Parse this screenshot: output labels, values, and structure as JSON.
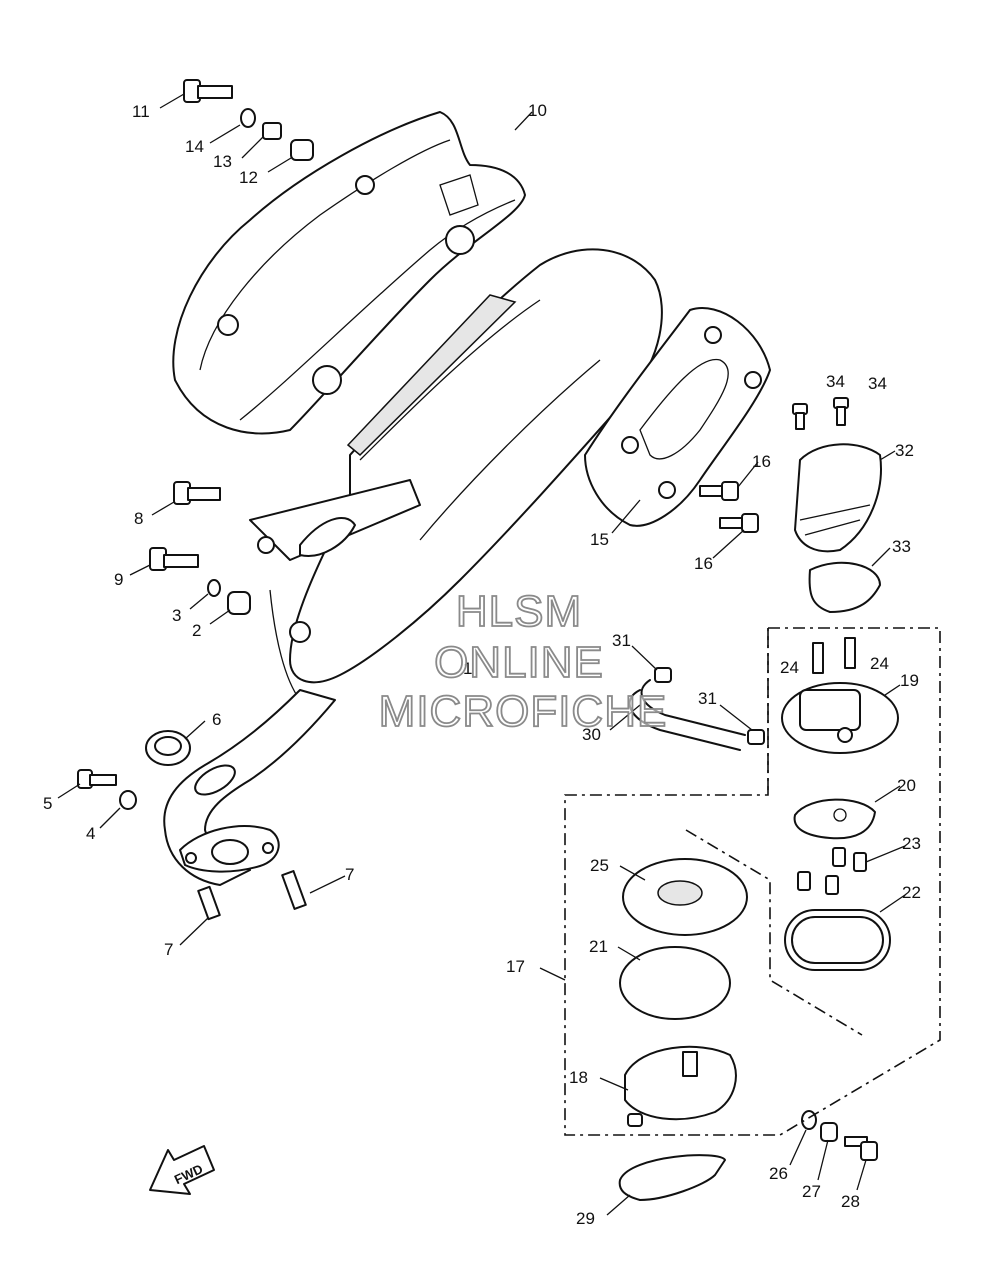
{
  "watermark": {
    "line1": "HLSM",
    "line2": "ONLINE",
    "line3": "MICROFICHE",
    "color": "#8a8a8a"
  },
  "direction_marker": {
    "label": "FWD",
    "icon": "fwd-arrow-icon"
  },
  "callouts": {
    "c1": "1",
    "c2": "2",
    "c3": "3",
    "c4": "4",
    "c5": "5",
    "c6": "6",
    "c7a": "7",
    "c7b": "7",
    "c8": "8",
    "c9": "9",
    "c10": "10",
    "c11": "11",
    "c12": "12",
    "c13": "13",
    "c14": "14",
    "c15": "15",
    "c16a": "16",
    "c16b": "16",
    "c17": "17",
    "c18": "18",
    "c19": "19",
    "c20": "20",
    "c21": "21",
    "c22": "22",
    "c23": "23",
    "c24a": "24",
    "c24b": "24",
    "c25": "25",
    "c26": "26",
    "c27": "27",
    "c28": "28",
    "c29": "29",
    "c30": "30",
    "c31a": "31",
    "c31b": "31",
    "c32": "32",
    "c33": "33",
    "c34a": "34",
    "c34b": "34"
  },
  "colors": {
    "line": "#111111",
    "background": "#ffffff",
    "shade": "#e6e6e6"
  }
}
